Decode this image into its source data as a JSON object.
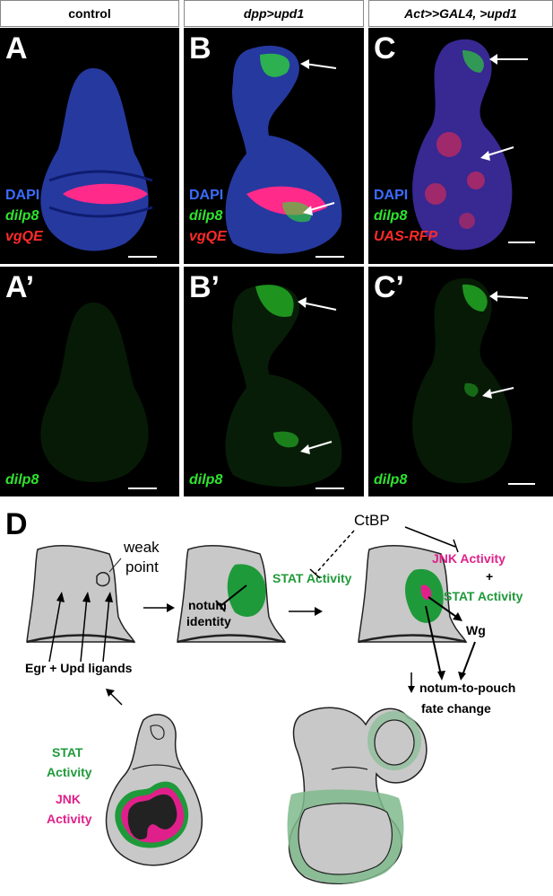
{
  "columns": [
    {
      "label": "control",
      "italic": false
    },
    {
      "label": "dpp>upd1",
      "italic": true
    },
    {
      "label": "Act>>GAL4, >upd1",
      "italic": true
    }
  ],
  "panels": {
    "A": {
      "label": "A",
      "stains": [
        "DAPI",
        "dilp8",
        "vgQE"
      ]
    },
    "B": {
      "label": "B",
      "stains": [
        "DAPI",
        "dilp8",
        "vgQE"
      ]
    },
    "C": {
      "label": "C",
      "stains": [
        "DAPI",
        "dilp8",
        "UAS-RFP"
      ]
    },
    "A2": {
      "label": "A’",
      "stains": [
        "dilp8"
      ]
    },
    "B2": {
      "label": "B’",
      "stains": [
        "dilp8"
      ]
    },
    "C2": {
      "label": "C’",
      "stains": [
        "dilp8"
      ]
    }
  },
  "diagram": {
    "label": "D",
    "weak_point": [
      "weak",
      "point"
    ],
    "ligands": "Egr + Upd ligands",
    "stat_activity": "STAT Activity",
    "notum_identity": [
      "notum",
      "identity"
    ],
    "ctbp": "CtBP",
    "jnk_activity": "JNK Activity",
    "plus": "+",
    "wg": "Wg",
    "fate_change": [
      "notum-to-pouch",
      "fate change"
    ],
    "legend_stat": [
      "STAT",
      "Activity"
    ],
    "legend_jnk": [
      "JNK",
      "Activity"
    ]
  },
  "colors": {
    "dapi": "#3a6cff",
    "dilp8": "#2fe32f",
    "red": "#ff2a2a",
    "stat": "#1f9a3a",
    "jnk": "#e0208a",
    "tissue": "#c8c8c8"
  }
}
